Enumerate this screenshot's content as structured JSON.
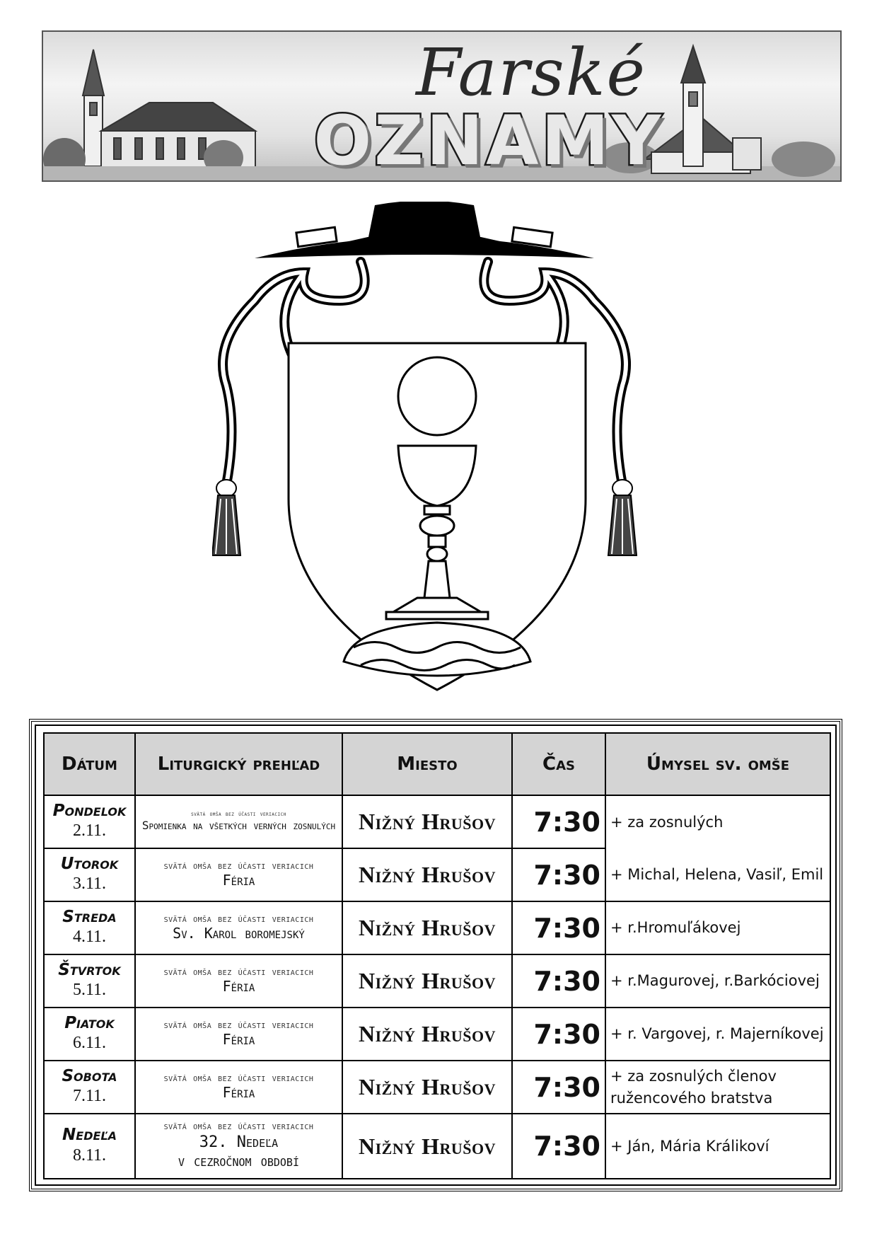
{
  "banner": {
    "title_top": "Farské",
    "title_main": "OZNAMY"
  },
  "table": {
    "headers": [
      "Dátum",
      "Liturgický prehľad",
      "Miesto",
      "Čas",
      "Úmysel sv. omše"
    ],
    "rows": [
      {
        "day": "Pondelok",
        "date": "2.11.",
        "lit_sub": "svätá omša bez účasti veriacich",
        "lit_main": "Spomienka na všetkých verných zosnulých",
        "place": "Nižný Hrušov",
        "time": "7:30",
        "intent": "+ za zosnulých"
      },
      {
        "day": "Utorok",
        "date": "3.11.",
        "lit_sub": "svätá omša bez účasti veriacich",
        "lit_main": "Féria",
        "place": "Nižný Hrušov",
        "time": "7:30",
        "intent": "+ Michal, Helena, Vasiľ, Emil"
      },
      {
        "day": "Streda",
        "date": "4.11.",
        "lit_sub": "svätá omša bez účasti veriacich",
        "lit_main": "Sv. Karol boromejský",
        "place": "Nižný Hrušov",
        "time": "7:30",
        "intent": "+ r.Hromuľákovej"
      },
      {
        "day": "Štvrtok",
        "date": "5.11.",
        "lit_sub": "svätá omša bez účasti veriacich",
        "lit_main": "Féria",
        "place": "Nižný Hrušov",
        "time": "7:30",
        "intent": "+  r.Magurovej, r.Barkóciovej"
      },
      {
        "day": "Piatok",
        "date": "6.11.",
        "lit_sub": "svätá omša bez účasti veriacich",
        "lit_main": "Féria",
        "place": "Nižný Hrušov",
        "time": "7:30",
        "intent": "+ r. Vargovej, r. Majerníkovej"
      },
      {
        "day": "Sobota",
        "date": "7.11.",
        "lit_sub": "svätá omša bez účasti veriacich",
        "lit_main": "Féria",
        "place": "Nižný Hrušov",
        "time": "7:30",
        "intent": "+ za zosnulých členov\nružencového bratstva"
      },
      {
        "day": "Nedeľa",
        "date": "8.11.",
        "lit_sub": "svätá omša bez účasti veriacich",
        "lit_main": "32. Nedeľa\nv cezročnom období",
        "place": "Nižný Hrušov",
        "time": "7:30",
        "intent": "+ Ján, Mária Králikoví"
      }
    ]
  }
}
